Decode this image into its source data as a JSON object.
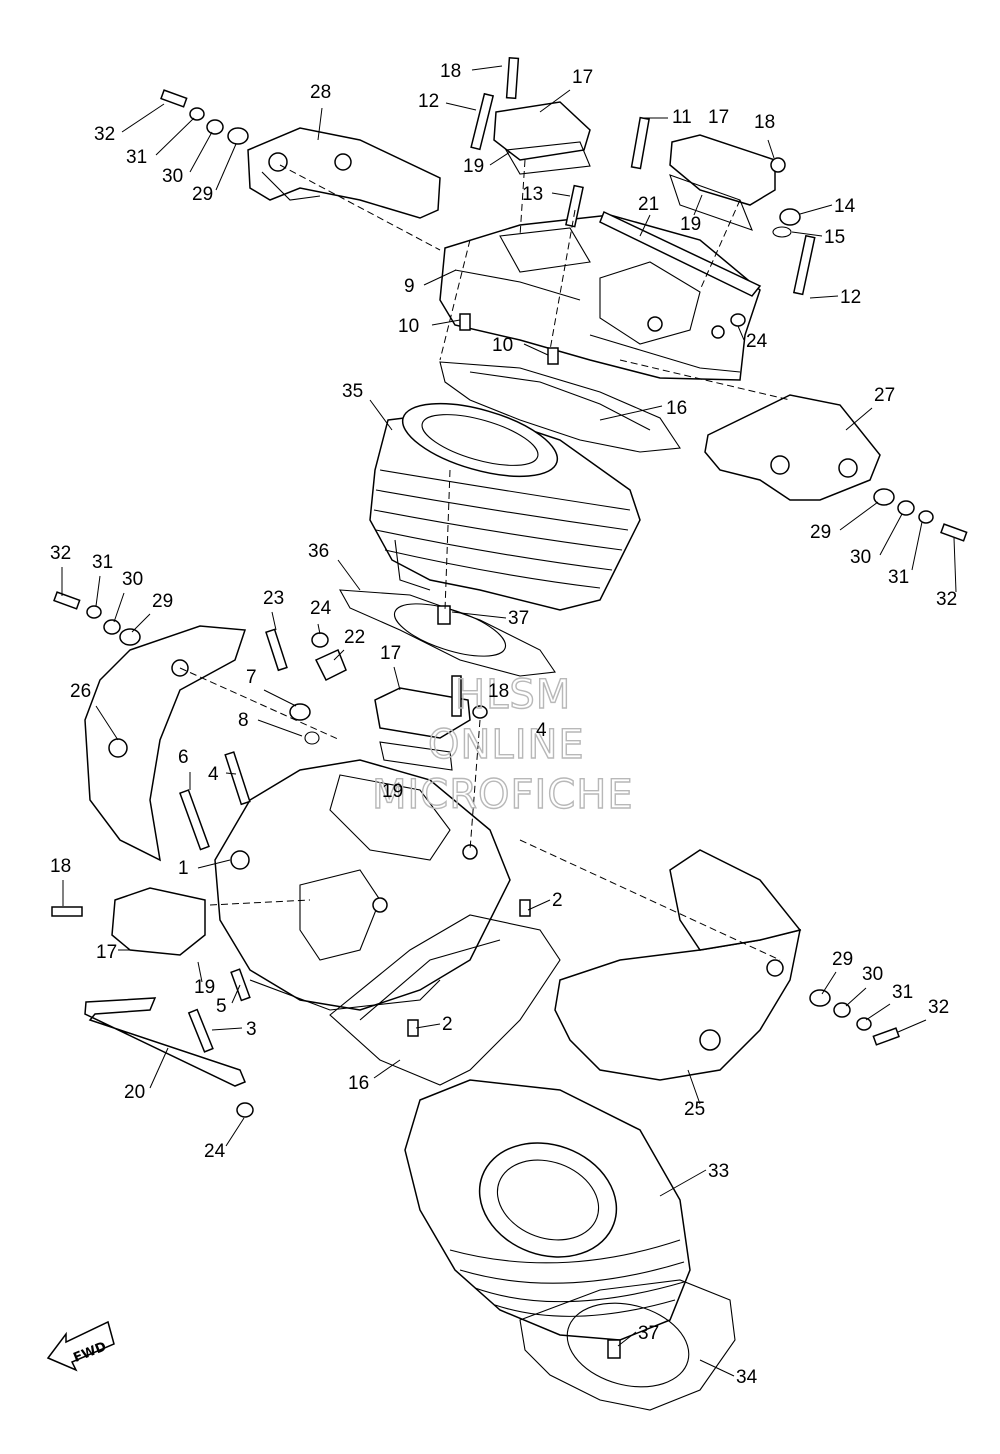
{
  "watermark": {
    "line1": "HLSM",
    "line2": "ONLINE",
    "line3": "MICROFICHE"
  },
  "fwd_badge": {
    "label": "FWD"
  },
  "callouts": [
    {
      "id": "c-18a",
      "text": "18"
    },
    {
      "id": "c-17a",
      "text": "17"
    },
    {
      "id": "c-28",
      "text": "28"
    },
    {
      "id": "c-12a",
      "text": "12"
    },
    {
      "id": "c-11",
      "text": "11"
    },
    {
      "id": "c-17b",
      "text": "17"
    },
    {
      "id": "c-18b",
      "text": "18"
    },
    {
      "id": "c-32a",
      "text": "32"
    },
    {
      "id": "c-31a",
      "text": "31"
    },
    {
      "id": "c-30a",
      "text": "30"
    },
    {
      "id": "c-29a",
      "text": "29"
    },
    {
      "id": "c-19a",
      "text": "19"
    },
    {
      "id": "c-13",
      "text": "13"
    },
    {
      "id": "c-21",
      "text": "21"
    },
    {
      "id": "c-19b",
      "text": "19"
    },
    {
      "id": "c-14",
      "text": "14"
    },
    {
      "id": "c-15",
      "text": "15"
    },
    {
      "id": "c-9",
      "text": "9"
    },
    {
      "id": "c-12b",
      "text": "12"
    },
    {
      "id": "c-10a",
      "text": "10"
    },
    {
      "id": "c-24a",
      "text": "24"
    },
    {
      "id": "c-10b",
      "text": "10"
    },
    {
      "id": "c-35",
      "text": "35"
    },
    {
      "id": "c-27",
      "text": "27"
    },
    {
      "id": "c-16a",
      "text": "16"
    },
    {
      "id": "c-29b",
      "text": "29"
    },
    {
      "id": "c-30b",
      "text": "30"
    },
    {
      "id": "c-31b",
      "text": "31"
    },
    {
      "id": "c-32b",
      "text": "32"
    },
    {
      "id": "c-36",
      "text": "36"
    },
    {
      "id": "c-32c",
      "text": "32"
    },
    {
      "id": "c-31c",
      "text": "31"
    },
    {
      "id": "c-30c",
      "text": "30"
    },
    {
      "id": "c-29c",
      "text": "29"
    },
    {
      "id": "c-23",
      "text": "23"
    },
    {
      "id": "c-24b",
      "text": "24"
    },
    {
      "id": "c-37a",
      "text": "37"
    },
    {
      "id": "c-22",
      "text": "22"
    },
    {
      "id": "c-17c",
      "text": "17"
    },
    {
      "id": "c-26",
      "text": "26"
    },
    {
      "id": "c-7",
      "text": "7"
    },
    {
      "id": "c-18c",
      "text": "18"
    },
    {
      "id": "c-8",
      "text": "8"
    },
    {
      "id": "c-4a",
      "text": "4"
    },
    {
      "id": "c-6",
      "text": "6"
    },
    {
      "id": "c-4b",
      "text": "4"
    },
    {
      "id": "c-19c",
      "text": "19"
    },
    {
      "id": "c-1",
      "text": "1"
    },
    {
      "id": "c-18d",
      "text": "18"
    },
    {
      "id": "c-2a",
      "text": "2"
    },
    {
      "id": "c-17d",
      "text": "17"
    },
    {
      "id": "c-19d",
      "text": "19"
    },
    {
      "id": "c-5",
      "text": "5"
    },
    {
      "id": "c-29d",
      "text": "29"
    },
    {
      "id": "c-30d",
      "text": "30"
    },
    {
      "id": "c-31d",
      "text": "31"
    },
    {
      "id": "c-32d",
      "text": "32"
    },
    {
      "id": "c-3",
      "text": "3"
    },
    {
      "id": "c-2b",
      "text": "2"
    },
    {
      "id": "c-20",
      "text": "20"
    },
    {
      "id": "c-16b",
      "text": "16"
    },
    {
      "id": "c-25",
      "text": "25"
    },
    {
      "id": "c-24c",
      "text": "24"
    },
    {
      "id": "c-33",
      "text": "33"
    },
    {
      "id": "c-37b",
      "text": "37"
    },
    {
      "id": "c-34",
      "text": "34"
    }
  ]
}
